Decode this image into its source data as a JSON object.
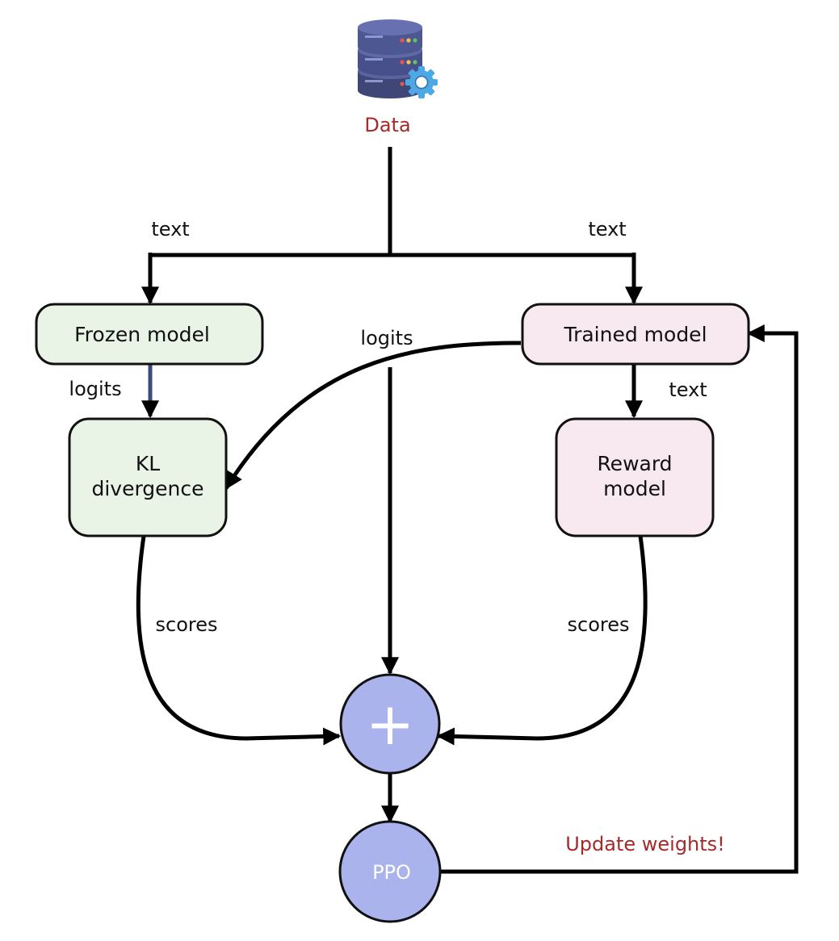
{
  "data_node": {
    "icon": "database-gear-icon",
    "label": "Data"
  },
  "nodes": {
    "frozen_model": "Frozen model",
    "trained_model": "Trained model",
    "kl_divergence": [
      "KL",
      "divergence"
    ],
    "reward_model": [
      "Reward",
      "model"
    ],
    "plus": "+",
    "ppo": "PPO"
  },
  "edge_labels": {
    "text_left": "text",
    "text_right": "text",
    "logits_frozen": "logits",
    "logits_trained": "logits",
    "text_reward": "text",
    "scores_left": "scores",
    "scores_right": "scores",
    "update_weights": "Update weights!"
  },
  "colors": {
    "frozen_fill": "#e9f3e6",
    "trained_fill": "#f8e8ef",
    "circle_fill": "#aab3ec",
    "accent_red": "#a52a2a",
    "db_body": "#4a5389"
  }
}
